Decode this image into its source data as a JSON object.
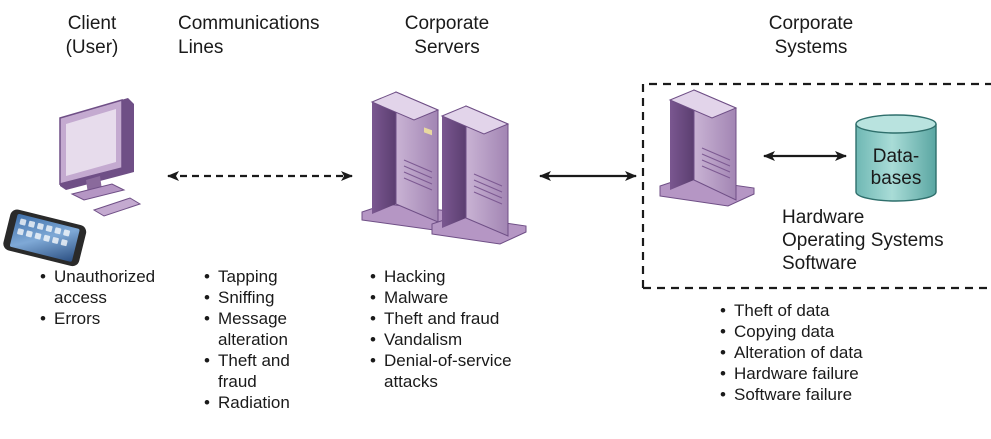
{
  "headers": {
    "client": [
      "Client",
      "(User)"
    ],
    "comm": [
      "Communications",
      "Lines"
    ],
    "servers": [
      "Corporate",
      "Servers"
    ],
    "systems": [
      "Corporate",
      "Systems"
    ]
  },
  "database_label": [
    "Data-",
    "bases"
  ],
  "systems_components": [
    "Hardware",
    "Operating Systems",
    "Software"
  ],
  "client_threats": [
    [
      "Unauthorized",
      "access"
    ],
    [
      "Errors"
    ]
  ],
  "comm_threats": [
    [
      "Tapping"
    ],
    [
      "Sniffing"
    ],
    [
      "Message",
      "alteration"
    ],
    [
      "Theft and",
      "fraud"
    ],
    [
      "Radiation"
    ]
  ],
  "server_threats": [
    [
      "Hacking"
    ],
    [
      "Malware"
    ],
    [
      "Theft and fraud"
    ],
    [
      "Vandalism"
    ],
    [
      "Denial-of-service",
      "attacks"
    ]
  ],
  "system_threats": [
    [
      "Theft of data"
    ],
    [
      "Copying data"
    ],
    [
      "Alteration of data"
    ],
    [
      "Hardware failure"
    ],
    [
      "Software failure"
    ]
  ],
  "colors": {
    "server_purple": "#a989b8",
    "server_dark": "#6f4f86",
    "database_teal": "#84c8c4",
    "text": "#1a1a1a"
  }
}
